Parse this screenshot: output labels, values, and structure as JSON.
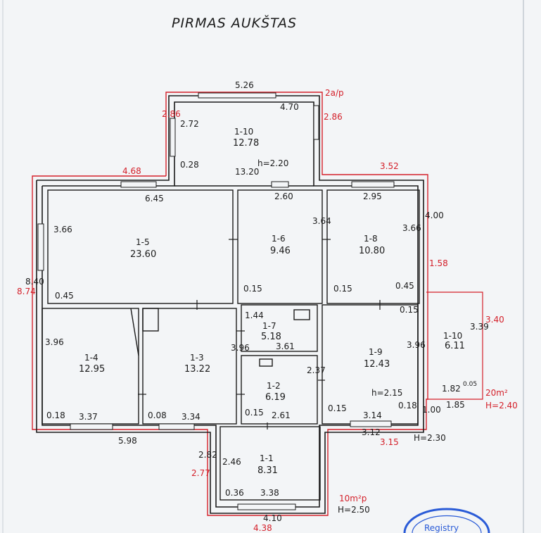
{
  "title": "PIRMAS AUKŠTAS",
  "stamp_text": "Registry",
  "colors": {
    "ink": "#1b1b1b",
    "red": "#d4202a",
    "stamp": "#2a5bd7"
  },
  "rooms": [
    {
      "id": "1-1",
      "area": "8.31"
    },
    {
      "id": "1-2",
      "area": "6.19"
    },
    {
      "id": "1-3",
      "area": "13.22"
    },
    {
      "id": "1-4",
      "area": "12.95"
    },
    {
      "id": "1-5",
      "area": "23.60"
    },
    {
      "id": "1-6",
      "area": "9.46"
    },
    {
      "id": "1-7",
      "area": "5.18"
    },
    {
      "id": "1-8",
      "area": "10.80"
    },
    {
      "id": "1-9",
      "area": "12.43"
    },
    {
      "id": "1-10",
      "area": "12.78"
    },
    {
      "id": "1-10",
      "area": "6.11"
    }
  ],
  "dims": [
    "5.26",
    "4.70",
    "2a/p",
    "2.86",
    "2.72",
    "2.86",
    "0.28",
    "h=2.20",
    "13.20",
    "4.68",
    "3.52",
    "6.45",
    "2.60",
    "2.95",
    "3.66",
    "3.64",
    "3.66",
    "4.00",
    "1.58",
    "0.45",
    "0.15",
    "0.15",
    "0.45",
    "8.40",
    "8.74",
    "1.44",
    "3.61",
    "0.15",
    "3.96",
    "3.96",
    "3.96",
    "3.40",
    "3.39",
    "2.37",
    "h=2.15",
    "1.82",
    "0.05",
    "1.85",
    "20m²",
    "H=2.40",
    "0.18",
    "3.37",
    "0.08",
    "3.34",
    "0.15",
    "2.61",
    "0.15",
    "3.14",
    "0.18",
    "1.00",
    "5.98",
    "3.12",
    "3.15",
    "H=2.30",
    "2.46",
    "2.82",
    "2.77",
    "0.36",
    "3.38",
    "4.10",
    "4.38",
    "10m²p",
    "H=2.50"
  ]
}
